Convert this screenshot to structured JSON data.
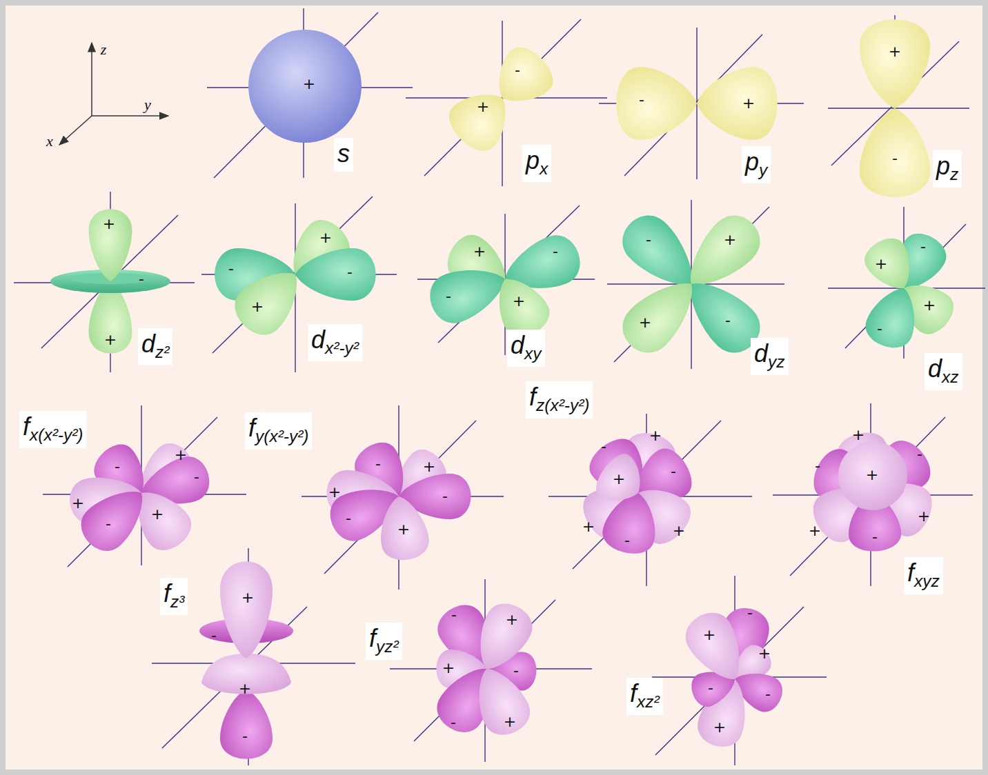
{
  "diagram": {
    "labels": [
      "z",
      "y",
      "x",
      "+",
      "s",
      "-",
      "+",
      "px",
      "-",
      "+",
      "py",
      "+",
      "-",
      "pz",
      "+",
      "-",
      "+",
      "dz²",
      "-",
      "+",
      "-",
      "+",
      "dx²-y²",
      "+",
      "-",
      "-",
      "+",
      "dxy",
      "-",
      "+",
      "+",
      "-",
      "dyz",
      "-",
      "+",
      "+",
      "-",
      "dxz",
      "fx(x²-y²)",
      "-",
      "+",
      "-",
      "+",
      "-",
      "+",
      "fy(x²-y²)",
      "-",
      "+",
      "+",
      "-",
      "-",
      "+",
      "fz(x²-y²)",
      "+",
      "-",
      "+",
      "-",
      "+",
      "-",
      "+",
      "+",
      "-",
      "-",
      "+",
      "+",
      "+",
      "-",
      "fxyz",
      "fz³",
      "+",
      "-",
      "+",
      "-",
      "fyz²",
      "-",
      "+",
      "+",
      "-",
      "-",
      "+",
      "fxz²",
      "-",
      "+",
      "+",
      "-",
      "-",
      "+"
    ]
  }
}
